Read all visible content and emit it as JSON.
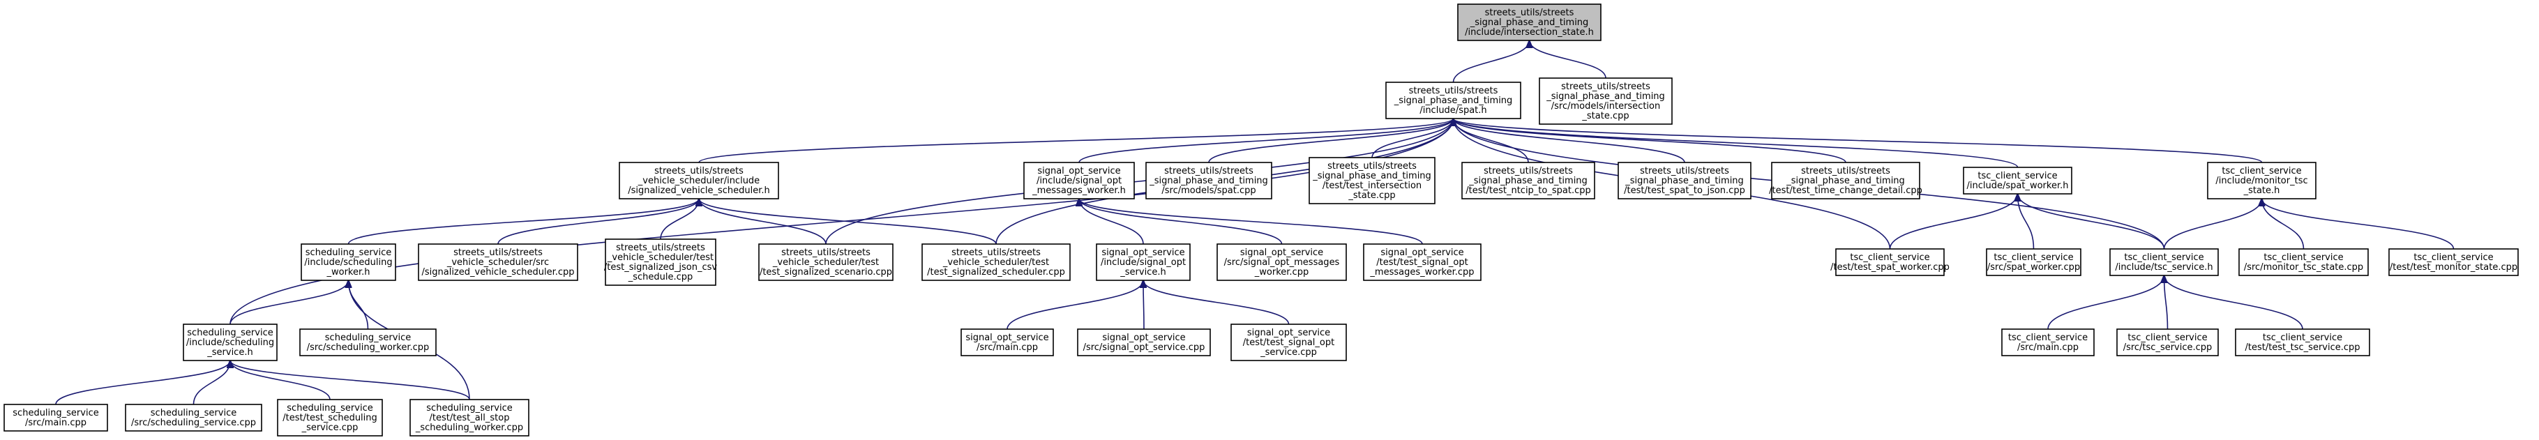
{
  "graph": {
    "nodes": [
      {
        "id": "n0",
        "lines": [
          "streets_utils/streets",
          "_signal_phase_and_timing",
          "/include/intersection_state.h"
        ],
        "root": true
      },
      {
        "id": "n1",
        "lines": [
          "streets_utils/streets",
          "_signal_phase_and_timing",
          "/include/spat.h"
        ]
      },
      {
        "id": "n2",
        "lines": [
          "streets_utils/streets",
          "_signal_phase_and_timing",
          "/src/models/intersection",
          "_state.cpp"
        ]
      },
      {
        "id": "n3",
        "lines": [
          "streets_utils/streets",
          "_vehicle_scheduler/include",
          "/signalized_vehicle_scheduler.h"
        ]
      },
      {
        "id": "n4",
        "lines": [
          "signal_opt_service",
          "/include/signal_opt",
          "_messages_worker.h"
        ]
      },
      {
        "id": "n5",
        "lines": [
          "streets_utils/streets",
          "_signal_phase_and_timing",
          "/src/models/spat.cpp"
        ]
      },
      {
        "id": "n6",
        "lines": [
          "streets_utils/streets",
          "_signal_phase_and_timing",
          "/test/test_intersection",
          "_state.cpp"
        ]
      },
      {
        "id": "n7",
        "lines": [
          "streets_utils/streets",
          "_signal_phase_and_timing",
          "/test/test_ntcip_to_spat.cpp"
        ]
      },
      {
        "id": "n8",
        "lines": [
          "streets_utils/streets",
          "_signal_phase_and_timing",
          "/test/test_spat_to_json.cpp"
        ]
      },
      {
        "id": "n9",
        "lines": [
          "streets_utils/streets",
          "_signal_phase_and_timing",
          "/test/test_time_change_detail.cpp"
        ]
      },
      {
        "id": "n10",
        "lines": [
          "tsc_client_service",
          "/include/spat_worker.h"
        ]
      },
      {
        "id": "n11",
        "lines": [
          "tsc_client_service",
          "/include/monitor_tsc",
          "_state.h"
        ]
      },
      {
        "id": "n12",
        "lines": [
          "scheduling_service",
          "/include/scheduling",
          "_worker.h"
        ]
      },
      {
        "id": "n13",
        "lines": [
          "streets_utils/streets",
          "_vehicle_scheduler/src",
          "/signalized_vehicle_scheduler.cpp"
        ]
      },
      {
        "id": "n14",
        "lines": [
          "streets_utils/streets",
          "_vehicle_scheduler/test",
          "/test_signalized_json_csv",
          "_schedule.cpp"
        ]
      },
      {
        "id": "n15",
        "lines": [
          "streets_utils/streets",
          "_vehicle_scheduler/test",
          "/test_signalized_scenario.cpp"
        ]
      },
      {
        "id": "n16",
        "lines": [
          "streets_utils/streets",
          "_vehicle_scheduler/test",
          "/test_signalized_scheduler.cpp"
        ]
      },
      {
        "id": "n17",
        "lines": [
          "signal_opt_service",
          "/include/signal_opt",
          "_service.h"
        ]
      },
      {
        "id": "n18",
        "lines": [
          "signal_opt_service",
          "/src/signal_opt_messages",
          "_worker.cpp"
        ]
      },
      {
        "id": "n19",
        "lines": [
          "signal_opt_service",
          "/test/test_signal_opt",
          "_messages_worker.cpp"
        ]
      },
      {
        "id": "n20",
        "lines": [
          "tsc_client_service",
          "/test/test_spat_worker.cpp"
        ]
      },
      {
        "id": "n21",
        "lines": [
          "tsc_client_service",
          "/src/spat_worker.cpp"
        ]
      },
      {
        "id": "n22",
        "lines": [
          "tsc_client_service",
          "/include/tsc_service.h"
        ]
      },
      {
        "id": "n23",
        "lines": [
          "tsc_client_service",
          "/src/monitor_tsc_state.cpp"
        ]
      },
      {
        "id": "n24",
        "lines": [
          "tsc_client_service",
          "/test/test_monitor_state.cpp"
        ]
      },
      {
        "id": "n25",
        "lines": [
          "scheduling_service",
          "/include/scheduling",
          "_service.h"
        ]
      },
      {
        "id": "n26",
        "lines": [
          "scheduling_service",
          "/src/scheduling_worker.cpp"
        ]
      },
      {
        "id": "n27",
        "lines": [
          "signal_opt_service",
          "/src/main.cpp"
        ]
      },
      {
        "id": "n28",
        "lines": [
          "signal_opt_service",
          "/src/signal_opt_service.cpp"
        ]
      },
      {
        "id": "n29",
        "lines": [
          "signal_opt_service",
          "/test/test_signal_opt",
          "_service.cpp"
        ]
      },
      {
        "id": "n30",
        "lines": [
          "tsc_client_service",
          "/src/main.cpp"
        ]
      },
      {
        "id": "n31",
        "lines": [
          "tsc_client_service",
          "/src/tsc_service.cpp"
        ]
      },
      {
        "id": "n32",
        "lines": [
          "tsc_client_service",
          "/test/test_tsc_service.cpp"
        ]
      },
      {
        "id": "n33",
        "lines": [
          "scheduling_service",
          "/src/main.cpp"
        ]
      },
      {
        "id": "n34",
        "lines": [
          "scheduling_service",
          "/src/scheduling_service.cpp"
        ]
      },
      {
        "id": "n35",
        "lines": [
          "scheduling_service",
          "/test/test_scheduling",
          "_service.cpp"
        ]
      },
      {
        "id": "n36",
        "lines": [
          "scheduling_service",
          "/test/test_all_stop",
          "_scheduling_worker.cpp"
        ]
      }
    ],
    "edges": [
      [
        "n1",
        "n0"
      ],
      [
        "n2",
        "n0"
      ],
      [
        "n3",
        "n1"
      ],
      [
        "n4",
        "n1"
      ],
      [
        "n5",
        "n1"
      ],
      [
        "n6",
        "n1"
      ],
      [
        "n7",
        "n1"
      ],
      [
        "n8",
        "n1"
      ],
      [
        "n9",
        "n1"
      ],
      [
        "n10",
        "n1"
      ],
      [
        "n11",
        "n1"
      ],
      [
        "n25",
        "n1"
      ],
      [
        "n15",
        "n1"
      ],
      [
        "n16",
        "n1"
      ],
      [
        "n20",
        "n1"
      ],
      [
        "n22",
        "n1"
      ],
      [
        "n12",
        "n3"
      ],
      [
        "n13",
        "n3"
      ],
      [
        "n14",
        "n3"
      ],
      [
        "n15",
        "n3"
      ],
      [
        "n16",
        "n3"
      ],
      [
        "n17",
        "n4"
      ],
      [
        "n18",
        "n4"
      ],
      [
        "n19",
        "n4"
      ],
      [
        "n20",
        "n10"
      ],
      [
        "n21",
        "n10"
      ],
      [
        "n22",
        "n10"
      ],
      [
        "n22",
        "n11"
      ],
      [
        "n23",
        "n11"
      ],
      [
        "n24",
        "n11"
      ],
      [
        "n25",
        "n12"
      ],
      [
        "n26",
        "n12"
      ],
      [
        "n36",
        "n12"
      ],
      [
        "n27",
        "n17"
      ],
      [
        "n28",
        "n17"
      ],
      [
        "n29",
        "n17"
      ],
      [
        "n30",
        "n22"
      ],
      [
        "n31",
        "n22"
      ],
      [
        "n32",
        "n22"
      ],
      [
        "n33",
        "n25"
      ],
      [
        "n34",
        "n25"
      ],
      [
        "n35",
        "n25"
      ],
      [
        "n36",
        "n25"
      ]
    ],
    "colors": {
      "edge": "#191970",
      "root_fill": "#bfbfbf",
      "node_fill": "#ffffff"
    }
  }
}
